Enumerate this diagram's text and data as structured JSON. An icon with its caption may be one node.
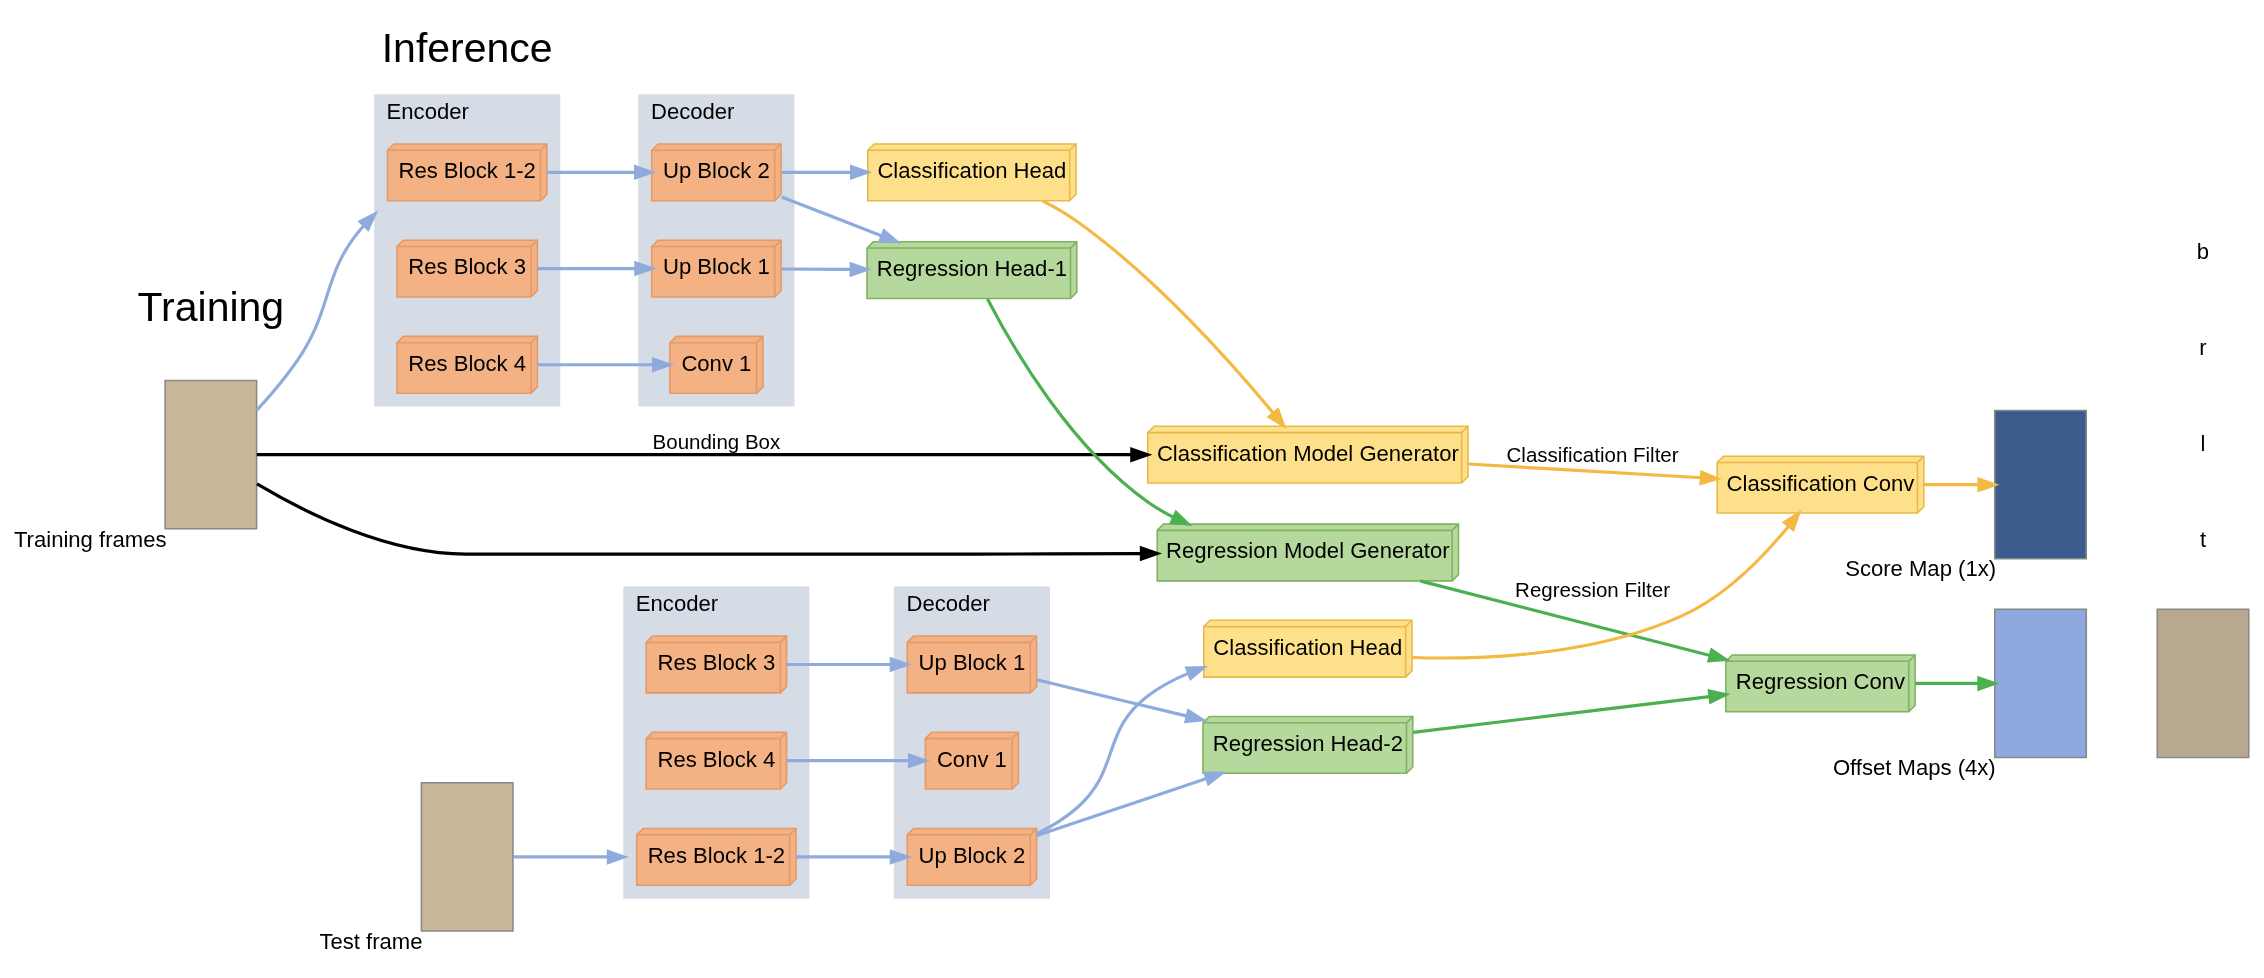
{
  "diagram": {
    "nodes": [
      {
        "text": [],
        "shape": "box",
        "beside": [
          "Training frames"
        ]
      },
      {
        "text": [
          "Encoder"
        ]
      },
      {
        "text": [
          "Res Block 1-2"
        ],
        "in": 1
      },
      {
        "text": [
          "Res Block 3"
        ],
        "in": 1
      },
      {
        "text": [
          "Res Block 4"
        ],
        "in": 1
      },
      {
        "text": [
          "Decoder"
        ]
      },
      {
        "text": [
          "Conv 1"
        ],
        "in": 5
      },
      {
        "text": [
          "Up Block 1"
        ],
        "in": 5
      },
      {
        "text": [
          "Up Block 2"
        ],
        "in": 5
      },
      {
        "text": [
          "Classification Head"
        ]
      },
      {
        "text": [
          "Regression Head-1"
        ]
      },
      {
        "text": [
          "Classification Model Generator"
        ]
      },
      {
        "text": [
          "Regression Model Generator"
        ]
      },
      {
        "text": [],
        "shape": "box",
        "beside": [
          "Test frame"
        ]
      },
      {
        "text": [
          "Encoder"
        ]
      },
      {
        "text": [
          "Res Block 1-2"
        ],
        "in": 14
      },
      {
        "text": [
          "Res Block 3"
        ],
        "in": 14
      },
      {
        "text": [
          "Res Block 4"
        ],
        "in": 14
      },
      {
        "text": [
          "Decoder"
        ]
      },
      {
        "text": [
          "Conv 1"
        ],
        "in": 18
      },
      {
        "text": [
          "Up Block 1"
        ],
        "in": 18
      },
      {
        "text": [
          "Up Block 2"
        ],
        "in": 18
      },
      {
        "text": [
          "Classification Head"
        ]
      },
      {
        "text": [
          "Regression Head-2"
        ]
      },
      {
        "text": [
          "Classification Conv"
        ]
      },
      {
        "text": [
          "Regression Conv"
        ]
      },
      {
        "text": [],
        "shape": "box",
        "beside": [
          "Score Map (1x)"
        ]
      },
      {
        "text": [],
        "shape": "box",
        "beside": [
          "Offset Maps (4x)"
        ]
      },
      {
        "text": [],
        "shape": "box"
      }
    ],
    "edges": [
      {
        "from": 0,
        "to": 1,
        "arrow": "to"
      },
      {
        "from": 2,
        "to": 8,
        "arrow": "to"
      },
      {
        "from": 3,
        "to": 7,
        "arrow": "to"
      },
      {
        "from": 4,
        "to": 6,
        "arrow": "to"
      },
      {
        "from": 8,
        "to": 9,
        "arrow": "to"
      },
      {
        "from": 8,
        "to": 10,
        "arrow": "to"
      },
      {
        "from": 7,
        "to": 10,
        "arrow": "to"
      },
      {
        "from": 9,
        "to": 11,
        "arrow": "to",
        "color": "#f4b942"
      },
      {
        "from": 10,
        "to": 12,
        "arrow": "to",
        "color": "#4caf50"
      },
      {
        "from": 0,
        "to": 11,
        "arrow": "to",
        "label": "Bounding Box",
        "color": "#000000"
      },
      {
        "from": 0,
        "to": 12,
        "arrow": "to",
        "color": "#000000"
      },
      {
        "from": 11,
        "to": 24,
        "arrow": "to",
        "label": "Classification Filter",
        "color": "#f4b942"
      },
      {
        "from": 12,
        "to": 25,
        "arrow": "to",
        "label": "Regression Filter",
        "color": "#4caf50"
      },
      {
        "from": 13,
        "to": 14,
        "arrow": "to"
      },
      {
        "from": 15,
        "to": 21,
        "arrow": "to"
      },
      {
        "from": 16,
        "to": 20,
        "arrow": "to"
      },
      {
        "from": 17,
        "to": 19,
        "arrow": "to"
      },
      {
        "from": 21,
        "to": 22,
        "arrow": "to"
      },
      {
        "from": 21,
        "to": 23,
        "arrow": "to"
      },
      {
        "from": 20,
        "to": 23,
        "arrow": "to"
      },
      {
        "from": 22,
        "to": 24,
        "arrow": "to",
        "color": "#f4b942"
      },
      {
        "from": 24,
        "to": 26,
        "arrow": "to",
        "color": "#f4b942"
      },
      {
        "from": 23,
        "to": 25,
        "arrow": "to",
        "color": "#4caf50"
      },
      {
        "from": 25,
        "to": 27,
        "arrow": "to",
        "color": "#4caf50"
      }
    ],
    "labels": [
      "Training",
      "Inference",
      "t",
      "l",
      "r",
      "b"
    ]
  }
}
